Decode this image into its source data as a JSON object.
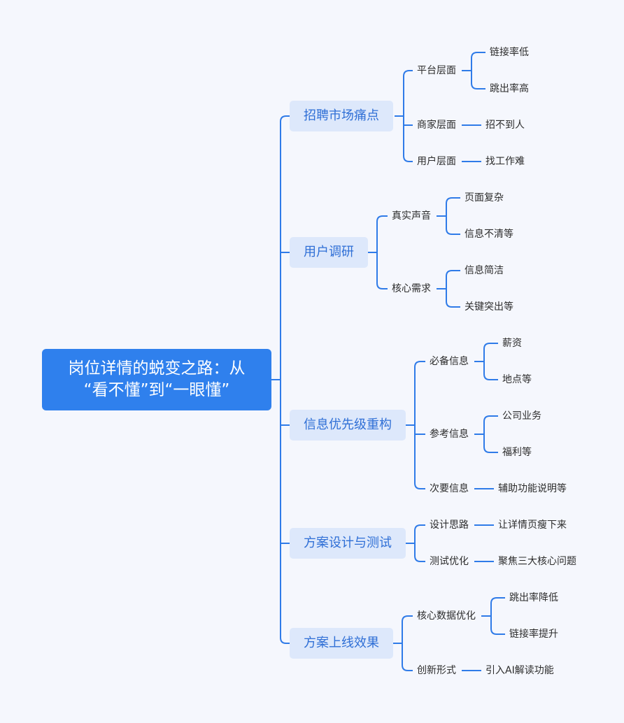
{
  "root": {
    "line1": "岗位详情的蜕变之路：从",
    "line2": "“看不懂”到“一眼懂”"
  },
  "branches": [
    {
      "label": "招聘市场痛点",
      "children": [
        {
          "label": "平台层面",
          "children": [
            "链接率低",
            "跳出率高"
          ]
        },
        {
          "label": "商家层面",
          "children": [
            "招不到人"
          ]
        },
        {
          "label": "用户层面",
          "children": [
            "找工作难"
          ]
        }
      ]
    },
    {
      "label": "用户调研",
      "children": [
        {
          "label": "真实声音",
          "children": [
            "页面复杂",
            "信息不清等"
          ]
        },
        {
          "label": "核心需求",
          "children": [
            "信息简洁",
            "关键突出等"
          ]
        }
      ]
    },
    {
      "label": "信息优先级重构",
      "children": [
        {
          "label": "必备信息",
          "children": [
            "薪资",
            "地点等"
          ]
        },
        {
          "label": "参考信息",
          "children": [
            "公司业务",
            "福利等"
          ]
        },
        {
          "label": "次要信息",
          "children": [
            "辅助功能说明等"
          ]
        }
      ]
    },
    {
      "label": "方案设计与测试",
      "children": [
        {
          "label": "设计思路",
          "children": [
            "让详情页瘦下来"
          ]
        },
        {
          "label": "测试优化",
          "children": [
            "聚焦三大核心问题"
          ]
        }
      ]
    },
    {
      "label": "方案上线效果",
      "children": [
        {
          "label": "核心数据优化",
          "children": [
            "跳出率降低",
            "链接率提升"
          ]
        },
        {
          "label": "创新形式",
          "children": [
            "引入AI解读功能"
          ]
        }
      ]
    }
  ],
  "colors": {
    "line": "#2f7be8",
    "root_bg": "#2f80ed",
    "branch_bg": "#dde8fb",
    "branch_text": "#2f6fd6"
  }
}
